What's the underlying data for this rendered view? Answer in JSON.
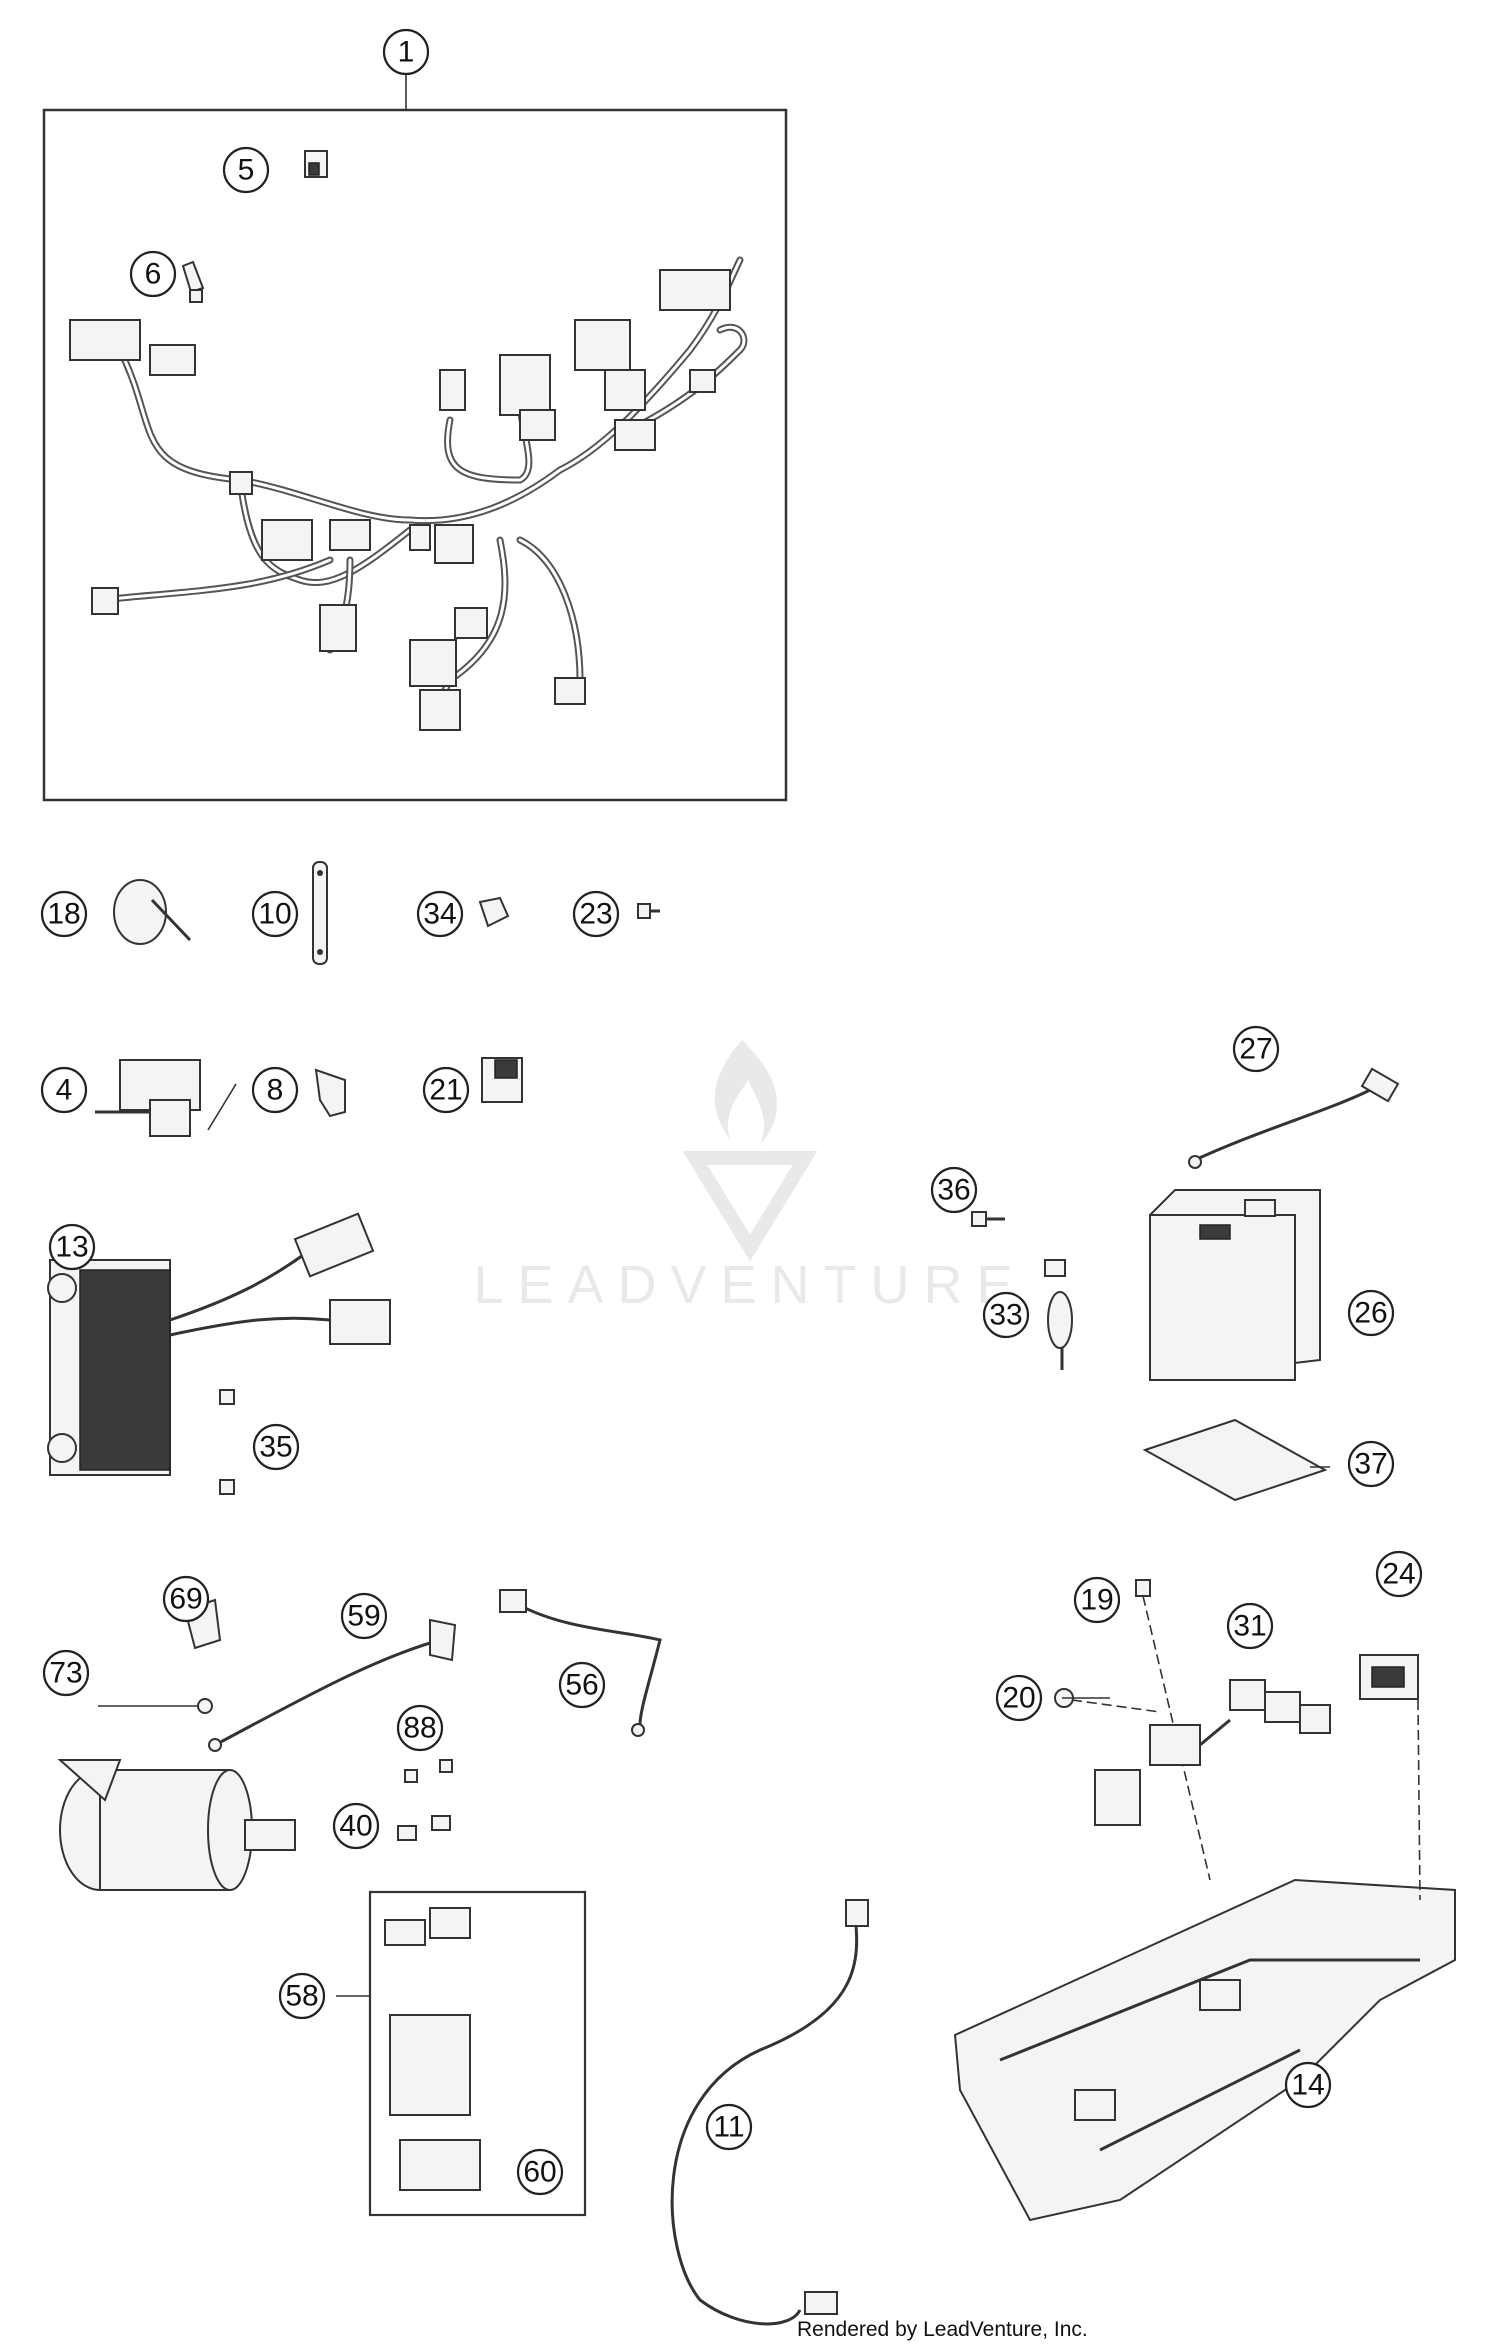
{
  "callouts": {
    "c1": "1",
    "c5": "5",
    "c6": "6",
    "c18": "18",
    "c10": "10",
    "c34": "34",
    "c23": "23",
    "c4": "4",
    "c8": "8",
    "c21": "21",
    "c13": "13",
    "c35": "35",
    "c27": "27",
    "c36": "36",
    "c33": "33",
    "c26": "26",
    "c37": "37",
    "c69": "69",
    "c59": "59",
    "c73": "73",
    "c56": "56",
    "c88": "88",
    "c40": "40",
    "c58": "58",
    "c60": "60",
    "c11": "11",
    "c19": "19",
    "c24": "24",
    "c31": "31",
    "c20": "20",
    "c14": "14"
  },
  "watermark": {
    "text": "LEADVENTURE"
  },
  "footer": {
    "text": "Rendered by LeadVenture, Inc."
  }
}
